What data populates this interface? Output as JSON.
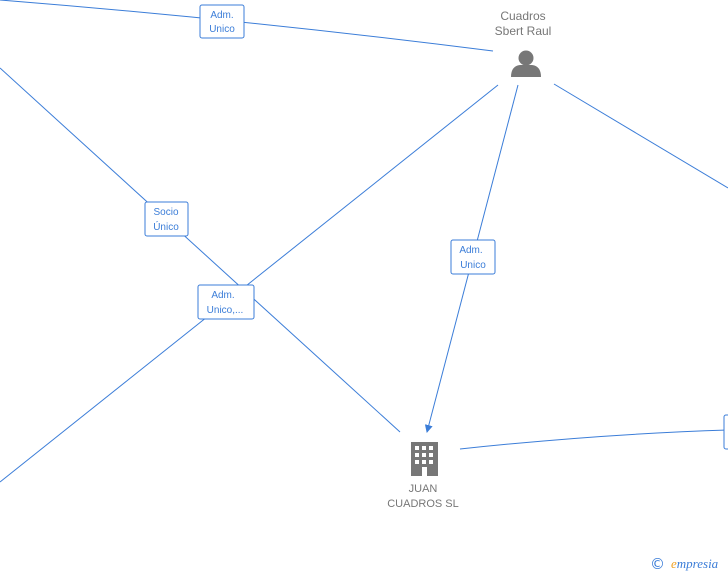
{
  "nodes": {
    "person": {
      "line1": "Cuadros",
      "line2": "Sbert Raul",
      "icon": "person-icon"
    },
    "company": {
      "line1": "JUAN",
      "line2": "CUADROS SL",
      "icon": "building-icon"
    }
  },
  "edges": {
    "top": {
      "line1": "Adm.",
      "line2": "Unico"
    },
    "socio": {
      "line1": "Socio",
      "line2": "Único"
    },
    "mid": {
      "line1": "Adm.",
      "line2": "Unico,..."
    },
    "right": {
      "line1": "Adm.",
      "line2": "Unico"
    }
  },
  "footer": {
    "copyright": "©",
    "brand_initial": "e",
    "brand_rest": "mpresia"
  },
  "colors": {
    "edge": "#3b7dd8",
    "node_text": "#777777",
    "icon": "#777777",
    "brand_accent": "#f0a020"
  }
}
